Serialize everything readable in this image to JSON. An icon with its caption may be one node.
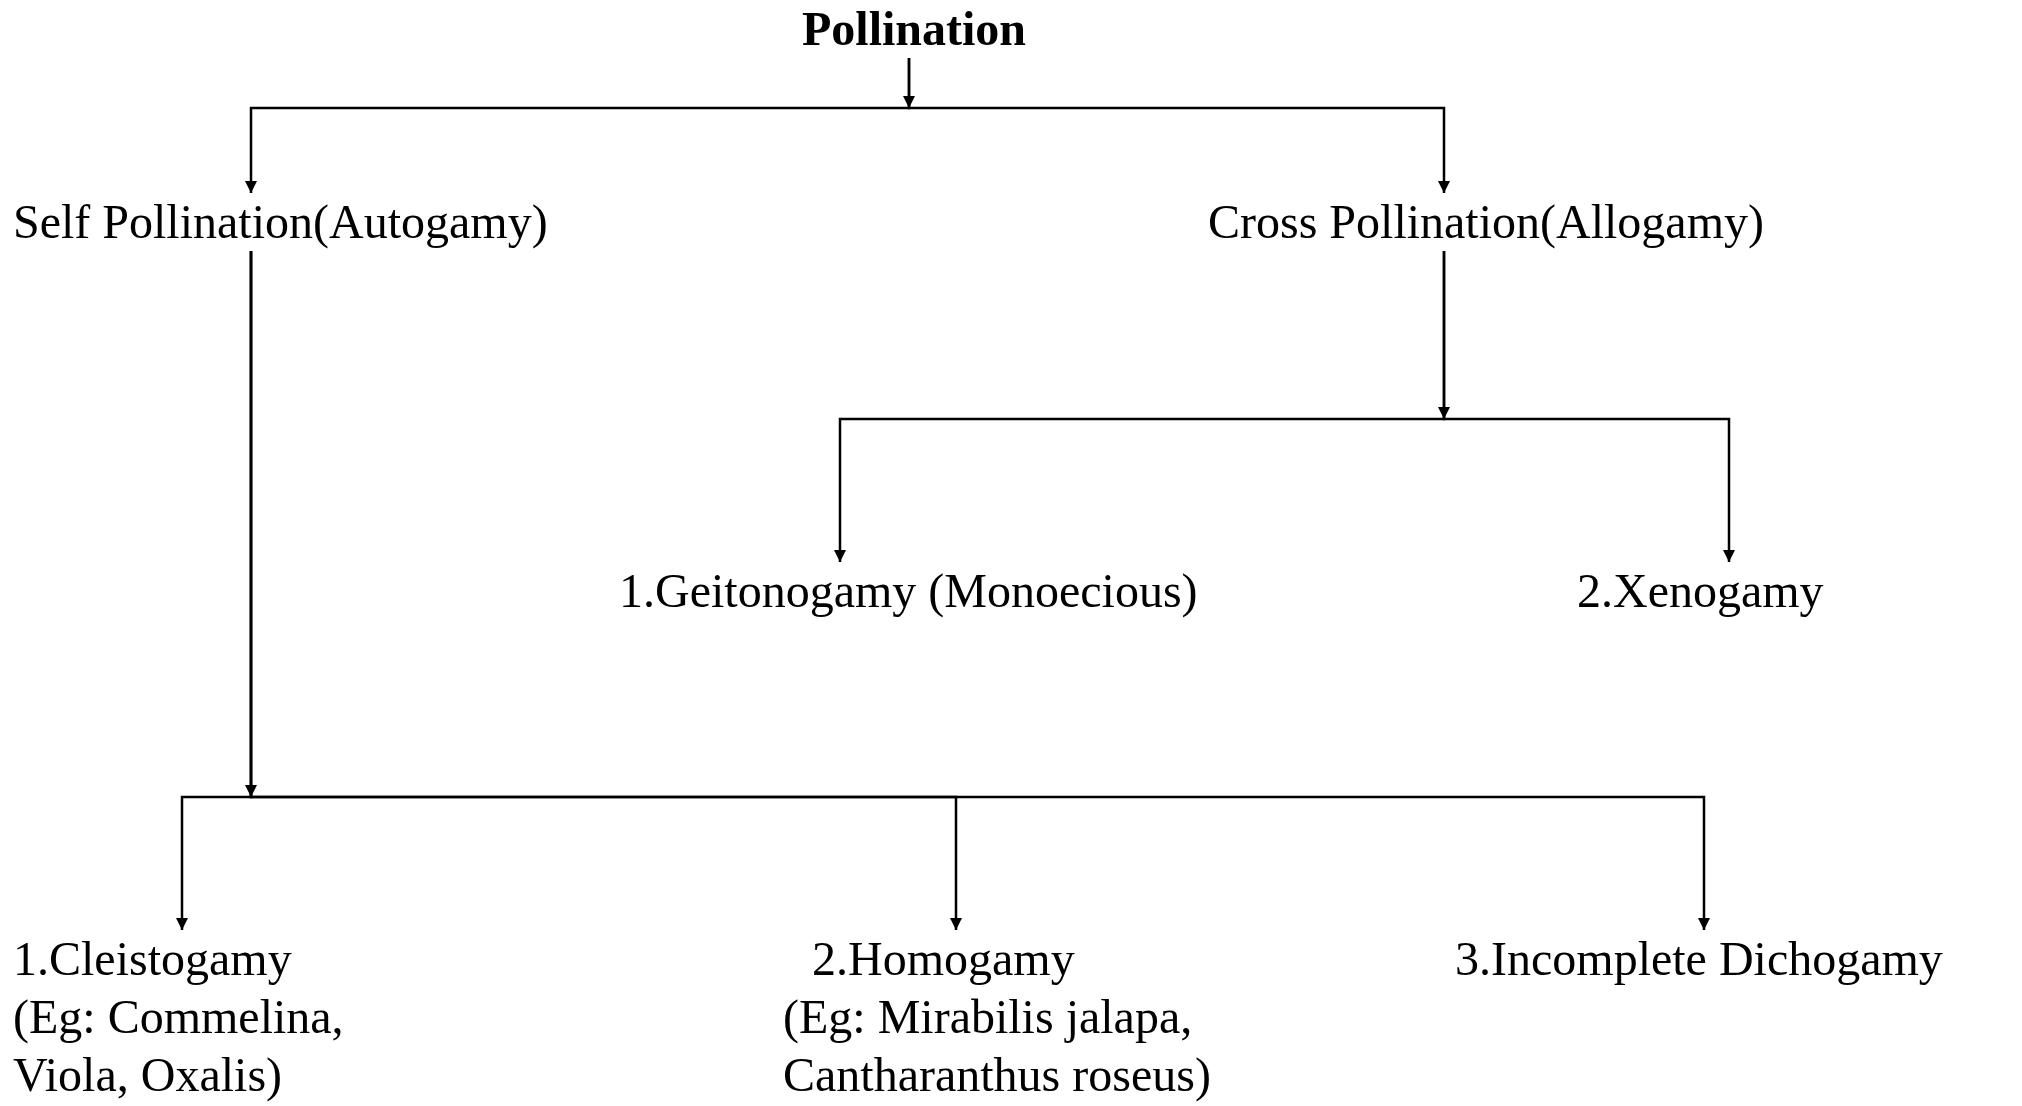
{
  "diagram": {
    "nodes": [
      {
        "text": [
          "Pollination"
        ]
      },
      {
        "text": [
          "Self Pollination(Autogamy)"
        ]
      },
      {
        "text": [
          "Cross Pollination(Allogamy)"
        ]
      },
      {
        "text": [
          "1.Geitonogamy (Monoecious)"
        ]
      },
      {
        "text": [
          "2.Xenogamy"
        ]
      },
      {
        "text": [
          "1.Cleistogamy",
          "(Eg: Commelina, Viola, Oxalis)"
        ]
      },
      {
        "text": [
          "2.Homogamy",
          "(Eg: Mirabilis jalapa, Cantharanthus roseus)"
        ]
      },
      {
        "text": [
          "3.Incomplete Dichogamy"
        ]
      }
    ],
    "edges": [
      {
        "from": 0,
        "to": 1,
        "arrow": "to"
      },
      {
        "from": 0,
        "to": 2,
        "arrow": "to"
      },
      {
        "from": 2,
        "to": 3,
        "arrow": "to"
      },
      {
        "from": 2,
        "to": 4,
        "arrow": "to"
      },
      {
        "from": 1,
        "to": 5,
        "arrow": "to"
      },
      {
        "from": 1,
        "to": 6,
        "arrow": "to"
      },
      {
        "from": 1,
        "to": 7,
        "arrow": "to"
      }
    ]
  }
}
